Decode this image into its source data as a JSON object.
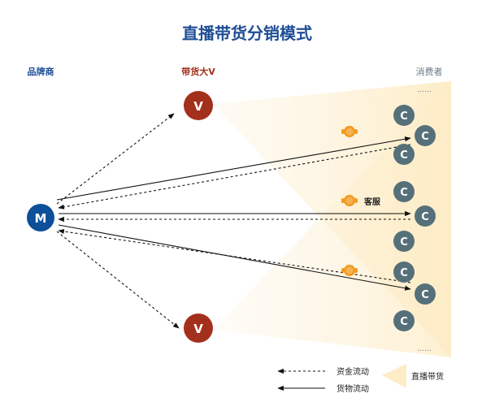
{
  "title": "直播带货分销模式",
  "columns": {
    "brand": "品牌商",
    "kol": "带货大V",
    "consumer": "消费者"
  },
  "nodes": {
    "brand": "M",
    "kol": "V",
    "consumer": "C"
  },
  "service_label": "客服",
  "ellipsis": "......",
  "legend": {
    "money": "资金流动",
    "goods": "货物流动",
    "live": "直播带货"
  },
  "colors": {
    "title": "#1f4e96",
    "brand": "#0d4f98",
    "kol": "#a3301c",
    "consumer": "#56707a",
    "fan": "#fdefcf",
    "headset": "#f39a1e"
  }
}
